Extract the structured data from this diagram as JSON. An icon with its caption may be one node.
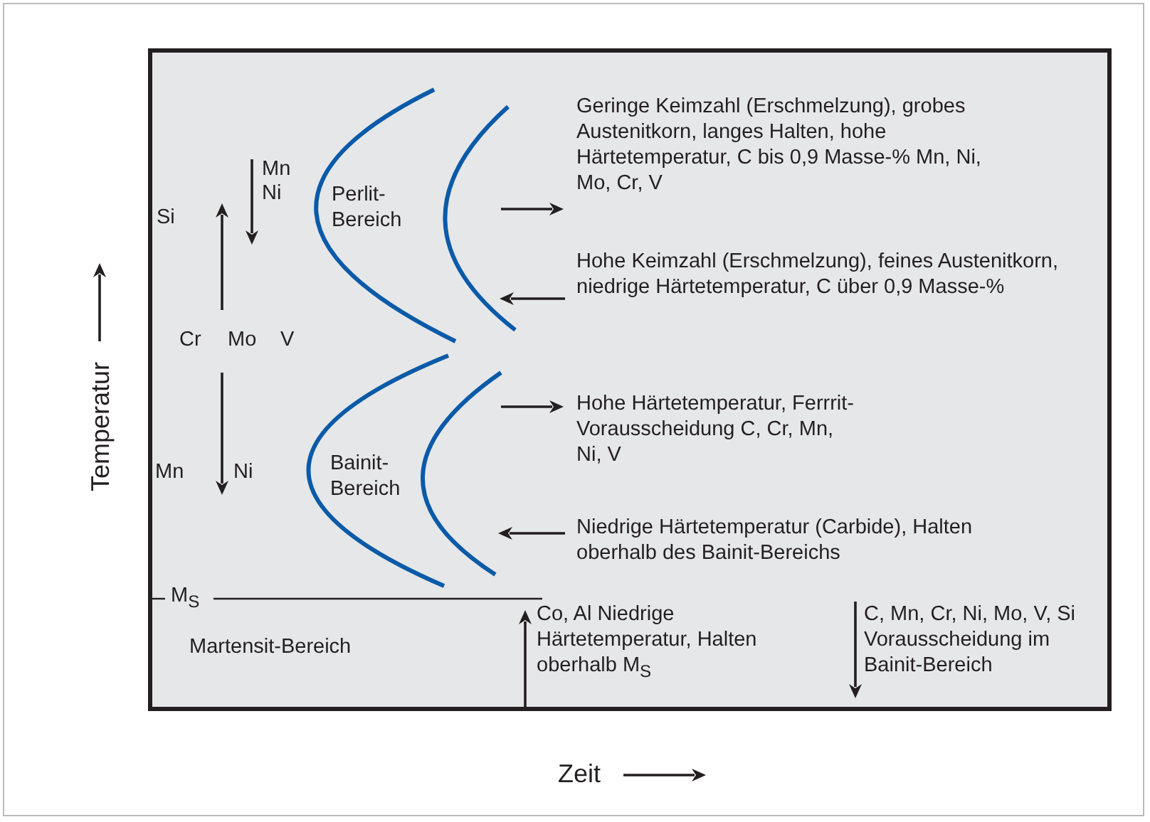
{
  "diagram": {
    "labels": [
      "Geringe Keimzahl (Erschmelzung), grobes Austenitkorn, langes Halten, hohe Härtetemperatur, C bis 0,9 Masse-% Mn, Ni, Mo, Cr, V",
      "Mn",
      "Ni",
      "Perlit-Bereich",
      "Si",
      "Hohe Keimzahl (Erschmelzung), feines Austenitkorn, niedrige Härtetemperatur, C über 0,9 Masse-%",
      "Cr",
      "Mo",
      "V",
      "Temperatur",
      "Hohe Härtetemperatur, Ferrrit-Vorausscheidung C, Cr, Mn, Ni, V",
      "Mn",
      "Ni",
      "Bainit-Bereich",
      "Niedrige Härtetemperatur (Carbide), Halten oberhalb des Bainit-Bereichs",
      "M$_{S}$",
      "Co, Al Niedrige Härtetemperatur, Halten oberhalb M$_{S}$",
      "Martensit-Bereich",
      "C, Mn, Cr, Ni, Mo, V, Si Vorausscheidung im Bainit-Bereich",
      "Zeit"
    ]
  }
}
